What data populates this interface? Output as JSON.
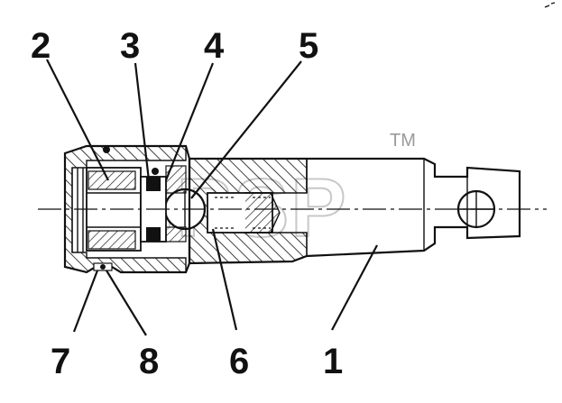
{
  "watermark": {
    "text": "GPSP",
    "trademark": "TM"
  },
  "callouts": [
    {
      "id": "2",
      "label": "2"
    },
    {
      "id": "3",
      "label": "3"
    },
    {
      "id": "4",
      "label": "4"
    },
    {
      "id": "5",
      "label": "5"
    },
    {
      "id": "7",
      "label": "7"
    },
    {
      "id": "8",
      "label": "8"
    },
    {
      "id": "6",
      "label": "6"
    },
    {
      "id": "1",
      "label": "1"
    }
  ]
}
